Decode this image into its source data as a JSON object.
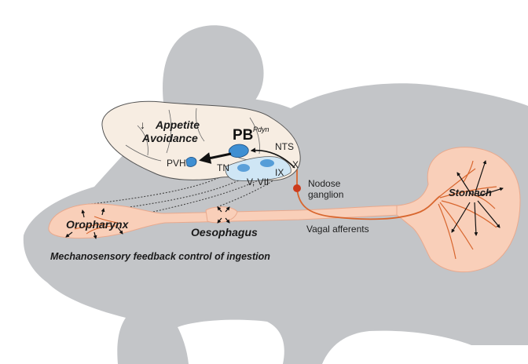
{
  "colors": {
    "mouse_body": "#c3c5c8",
    "brain_fill": "#f7ede2",
    "tissue_fill": "#f9cfb9",
    "tissue_stroke": "#e9a98d",
    "nerve": "#d8662e",
    "nucleus_blue": "#3f8fd2",
    "ganglion": "#cc3b1c"
  },
  "icons": [
    "appetite-down-arrow-icon",
    "nucleus-pb-icon",
    "nucleus-pvh-icon",
    "nodose-ganglion-icon"
  ],
  "labels": {
    "appetite_arrow": "↓",
    "appetite": "Appetite",
    "avoidance": "Avoidance",
    "pb": "PB",
    "pb_superscript": "Pdyn",
    "pvh": "PVH",
    "nts": "NTS",
    "x": "X",
    "tn": "TN",
    "ix": "IX",
    "v_vii": "V, VII",
    "nodose_1": "Nodose",
    "nodose_2": "ganglion",
    "oropharynx": "Oropharynx",
    "oesophagus": "Oesophagus",
    "vagal_afferents": "Vagal afferents",
    "stomach": "Stomach",
    "caption": "Mechanosensory feedback control of ingestion"
  }
}
